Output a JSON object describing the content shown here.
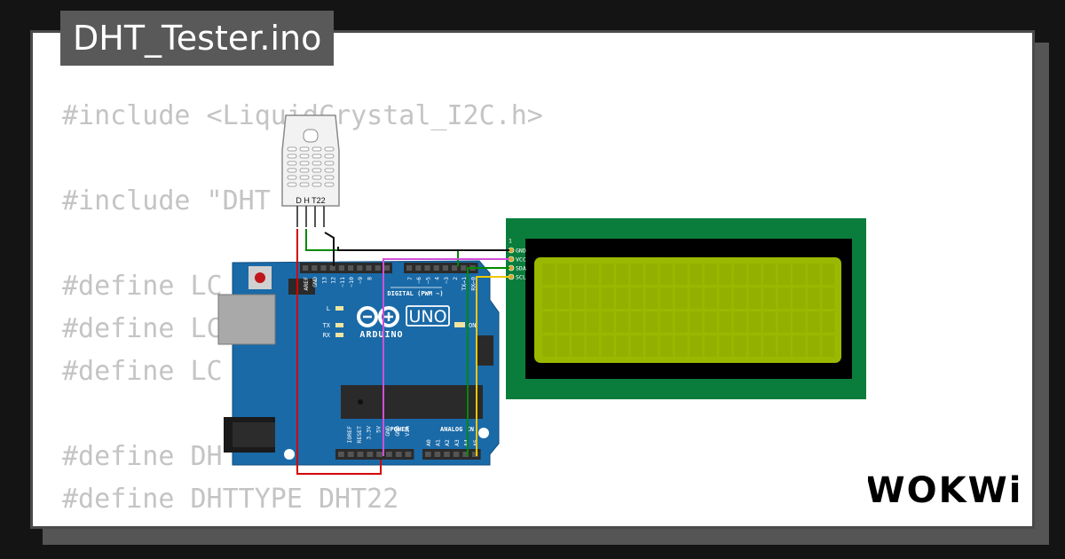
{
  "title": "DHT_Tester.ino",
  "code_lines": [
    "#include <LiquidCrystal_I2C.h>",
    "",
    "#include \"DHT",
    "",
    "#define LC",
    "#define LC",
    "#define LC",
    "",
    "#define DH",
    "#define DHTTYPE DHT22"
  ],
  "sensor": {
    "label": "D H T22"
  },
  "lcd": {
    "pins": [
      "1",
      "GND",
      "VCC",
      "SDA",
      "SCL"
    ]
  },
  "arduino": {
    "brand": "ARDUINO",
    "model": "UNO",
    "digital_label": "DIGITAL (PWM ~)",
    "top_header_labels": [
      "AREF",
      "GND",
      "13",
      "12",
      "~11",
      "~10",
      "~9",
      "8",
      "7",
      "~6",
      "~5",
      "4",
      "~3",
      "2",
      "TX→1",
      "RX←0"
    ],
    "led_labels": [
      "L",
      "TX",
      "RX",
      "ON"
    ],
    "power_label": "POWER",
    "analog_label": "ANALOG IN",
    "power_pins": [
      "IOREF",
      "RESET",
      "3.3V",
      "5V",
      "GND",
      "GND",
      "Vin"
    ],
    "analog_pins": [
      "A0",
      "A1",
      "A2",
      "A3",
      "A4",
      "A5"
    ]
  },
  "logo": "WOKWi",
  "colors": {
    "board": "#1a6aa8",
    "lcd_pcb": "#0a7d3c",
    "lcd_screen": "#9ab800",
    "wire_red": "#d40000",
    "wire_green": "#008a00",
    "wire_black": "#111111",
    "wire_magenta": "#d14fd6",
    "wire_yellow": "#f0c800",
    "code_text": "#c4c4c4"
  }
}
